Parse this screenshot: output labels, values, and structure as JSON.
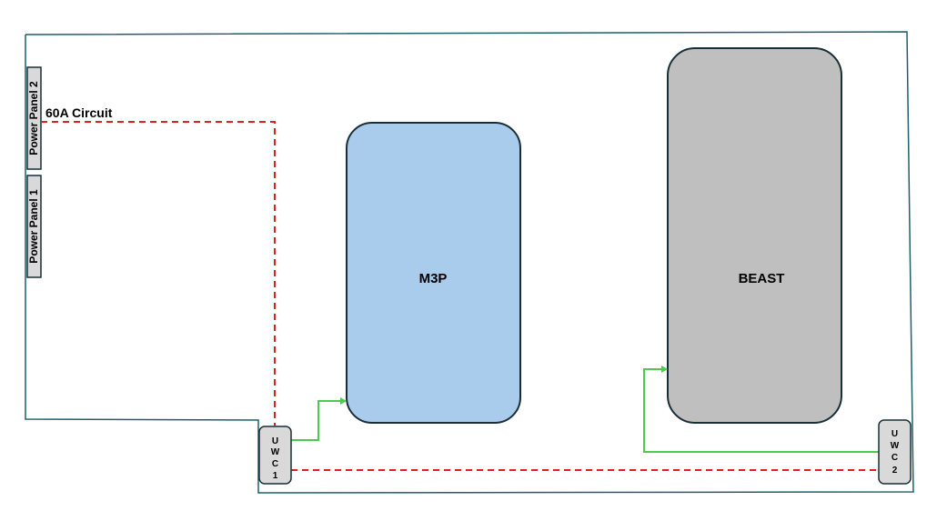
{
  "colors": {
    "wall": "#1f5f6b",
    "m3p_fill": "#a9cbec",
    "beast_fill": "#bfbfbf",
    "box_stroke": "#1a2e38",
    "uwc_fill": "#d9d9d9",
    "panel_fill": "#d9d9d9",
    "circuit_line": "#e02020",
    "water_line": "#4ccc4c"
  },
  "power_panels": [
    {
      "label": "Power Panel 2"
    },
    {
      "label": "Power Panel 1"
    }
  ],
  "circuit": {
    "label": "60A Circuit",
    "style": "dashed"
  },
  "equipment": [
    {
      "label": "M3P"
    },
    {
      "label": "BEAST"
    }
  ],
  "uwc_units": [
    {
      "chars": [
        "U",
        "W",
        "C",
        "1"
      ]
    },
    {
      "chars": [
        "U",
        "W",
        "C",
        "2"
      ]
    }
  ]
}
